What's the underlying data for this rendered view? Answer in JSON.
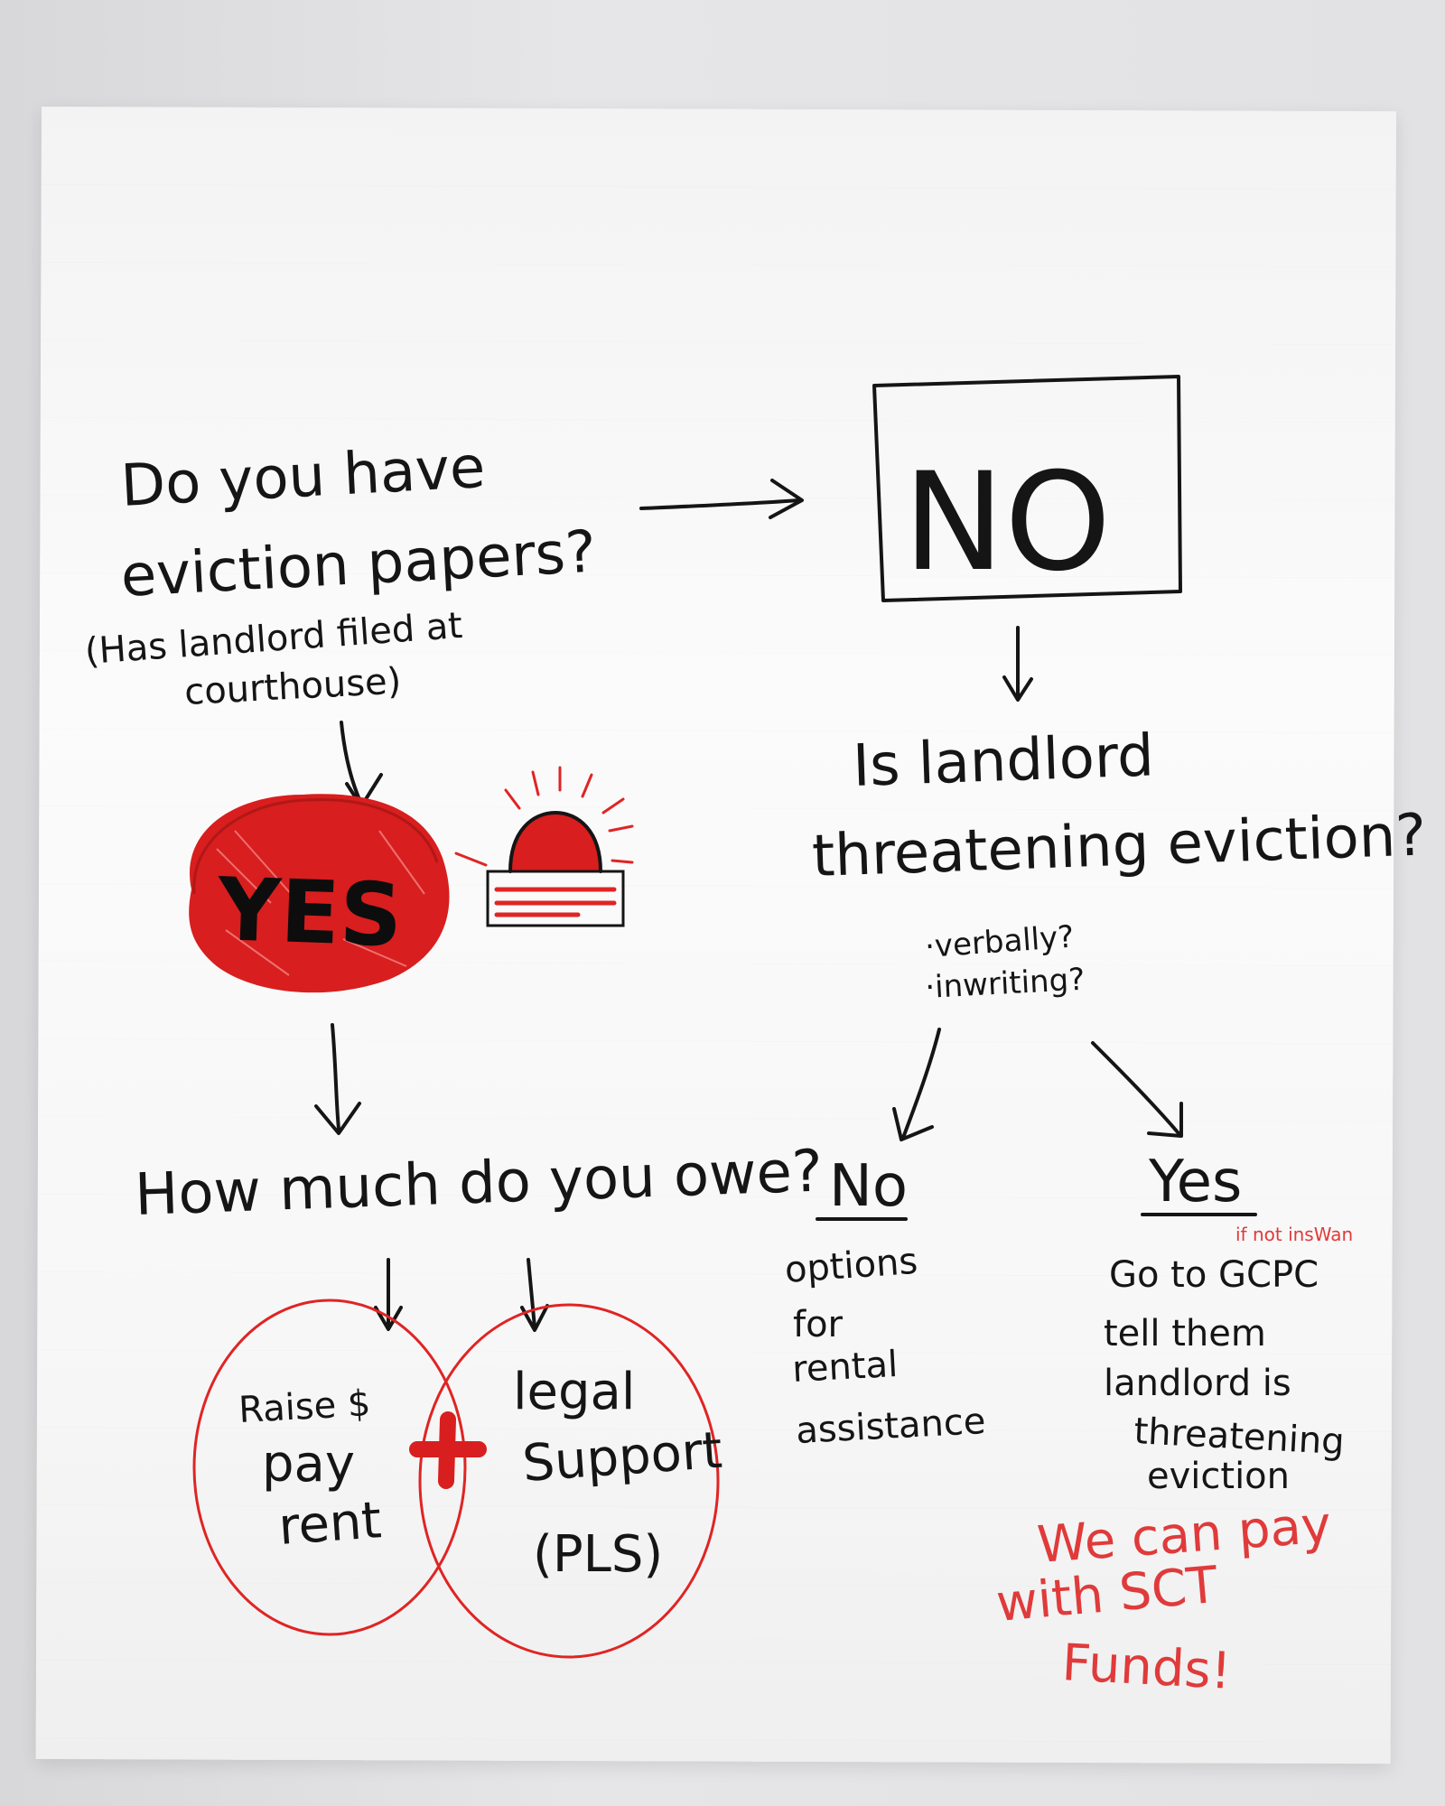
{
  "flowchart": {
    "question": {
      "line1": "Do you have",
      "line2": "eviction papers?",
      "line3": "(Has landlord filed at",
      "line4": "courthouse)"
    },
    "no_box": {
      "label": "NO"
    },
    "yes_blob": {
      "label": "YES"
    },
    "siren": {
      "icon": "siren-icon"
    },
    "owe_question": {
      "text": "How much do you owe?"
    },
    "raise_rent": {
      "line1": "Raise $",
      "line2": "pay",
      "line3": "rent"
    },
    "plus_sign": {
      "icon": "plus-icon"
    },
    "legal_support": {
      "line1": "legal",
      "line2": "Support",
      "line3": "(PLS)"
    },
    "threat_question": {
      "line1": "Is landlord",
      "line2": "threatening eviction?",
      "sub1": "·verbally?",
      "sub2": "·inwriting?"
    },
    "branch_no": {
      "label": "No",
      "line1": "options",
      "line2": "for",
      "line3": "rental",
      "line4": "assistance"
    },
    "branch_yes": {
      "label": "Yes",
      "note": "if not insWan",
      "line1": "Go to GCPC",
      "line2": "tell them",
      "line3": "landlord is",
      "line4": "threatening",
      "line5": "eviction"
    },
    "funds_note": {
      "line1": "We can pay",
      "line2": "with SCT",
      "line3": "Funds!"
    },
    "colors": {
      "ink": "#151515",
      "red_marker": "#e02424",
      "paper": "#f8f8f8"
    }
  }
}
